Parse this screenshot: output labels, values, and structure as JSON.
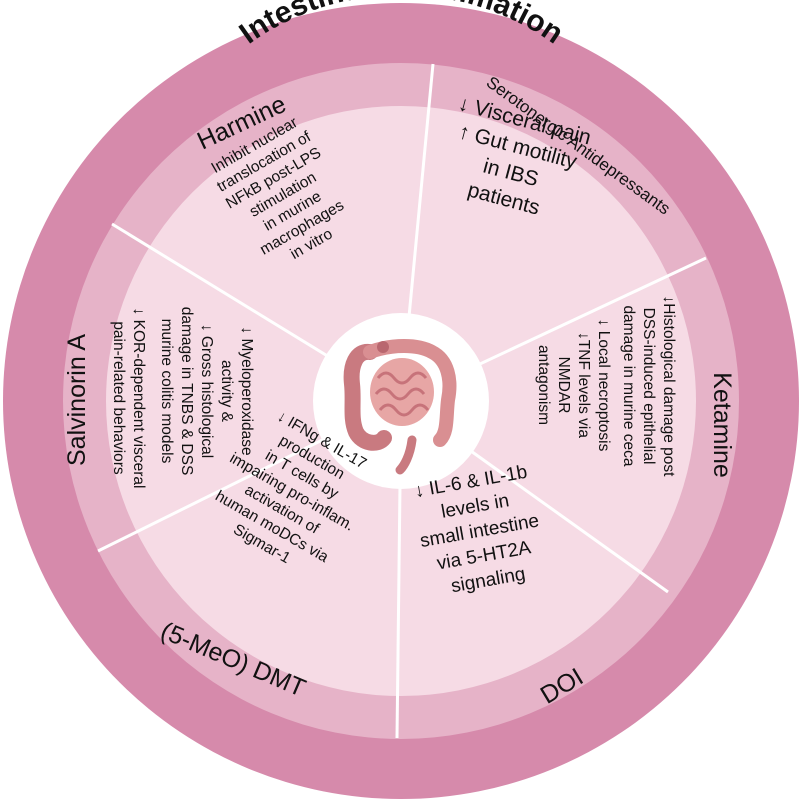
{
  "title": "Intestinal Inflammation",
  "colors": {
    "outer_ring": "#d68aab",
    "middle_ring": "#e6b3c8",
    "inner_disc": "#f6dbe5",
    "divider": "#ffffff",
    "center": "#ffffff",
    "text": "#111111"
  },
  "center_icon": "intestine-icon",
  "segments": [
    {
      "id": "harmine",
      "name": "Harmine",
      "effect": [
        "Inhibit nuclear",
        "translocation of",
        "NFkB post-LPS",
        "stimulation",
        "in murine",
        "macrophages",
        "in vitro"
      ]
    },
    {
      "id": "serotonergic",
      "name": "Serotonergic Antidepressants",
      "effect": [
        "↓ Visceral pain",
        "↑ Gut motility",
        "in IBS",
        "patients"
      ]
    },
    {
      "id": "ketamine",
      "name": "Ketamine",
      "effect_outer": [
        "↓Histological damage post",
        "DSS-induced epithelial",
        "damage in murine ceca"
      ],
      "effect_inner": [
        "↓ Local necroptosis",
        "↓TNF levels via",
        "NMDAR",
        "antagonism"
      ]
    },
    {
      "id": "doi",
      "name": "DOI",
      "effect": [
        "↓ IL-6 & IL-1b",
        "levels in",
        "small intestine",
        "via 5-HT2A",
        "signaling"
      ]
    },
    {
      "id": "dmt",
      "name": "(5-MeO) DMT",
      "effect": [
        "↓ IFNg & IL-17",
        "production",
        "in T cells by",
        "impairing pro-inflam.",
        "activation of",
        "human moDCs via",
        "Sigmar-1"
      ]
    },
    {
      "id": "salvinorin",
      "name": "Salvinorin A",
      "effect_outer": [
        "↓ KOR-dependent visceral",
        "pain-related behaviors"
      ],
      "effect_inner": [
        "↓ Myeloperoxidase",
        "activity &",
        "↓ Gross histological",
        "damage in TNBS & DSS",
        "murine colitis models"
      ]
    }
  ]
}
